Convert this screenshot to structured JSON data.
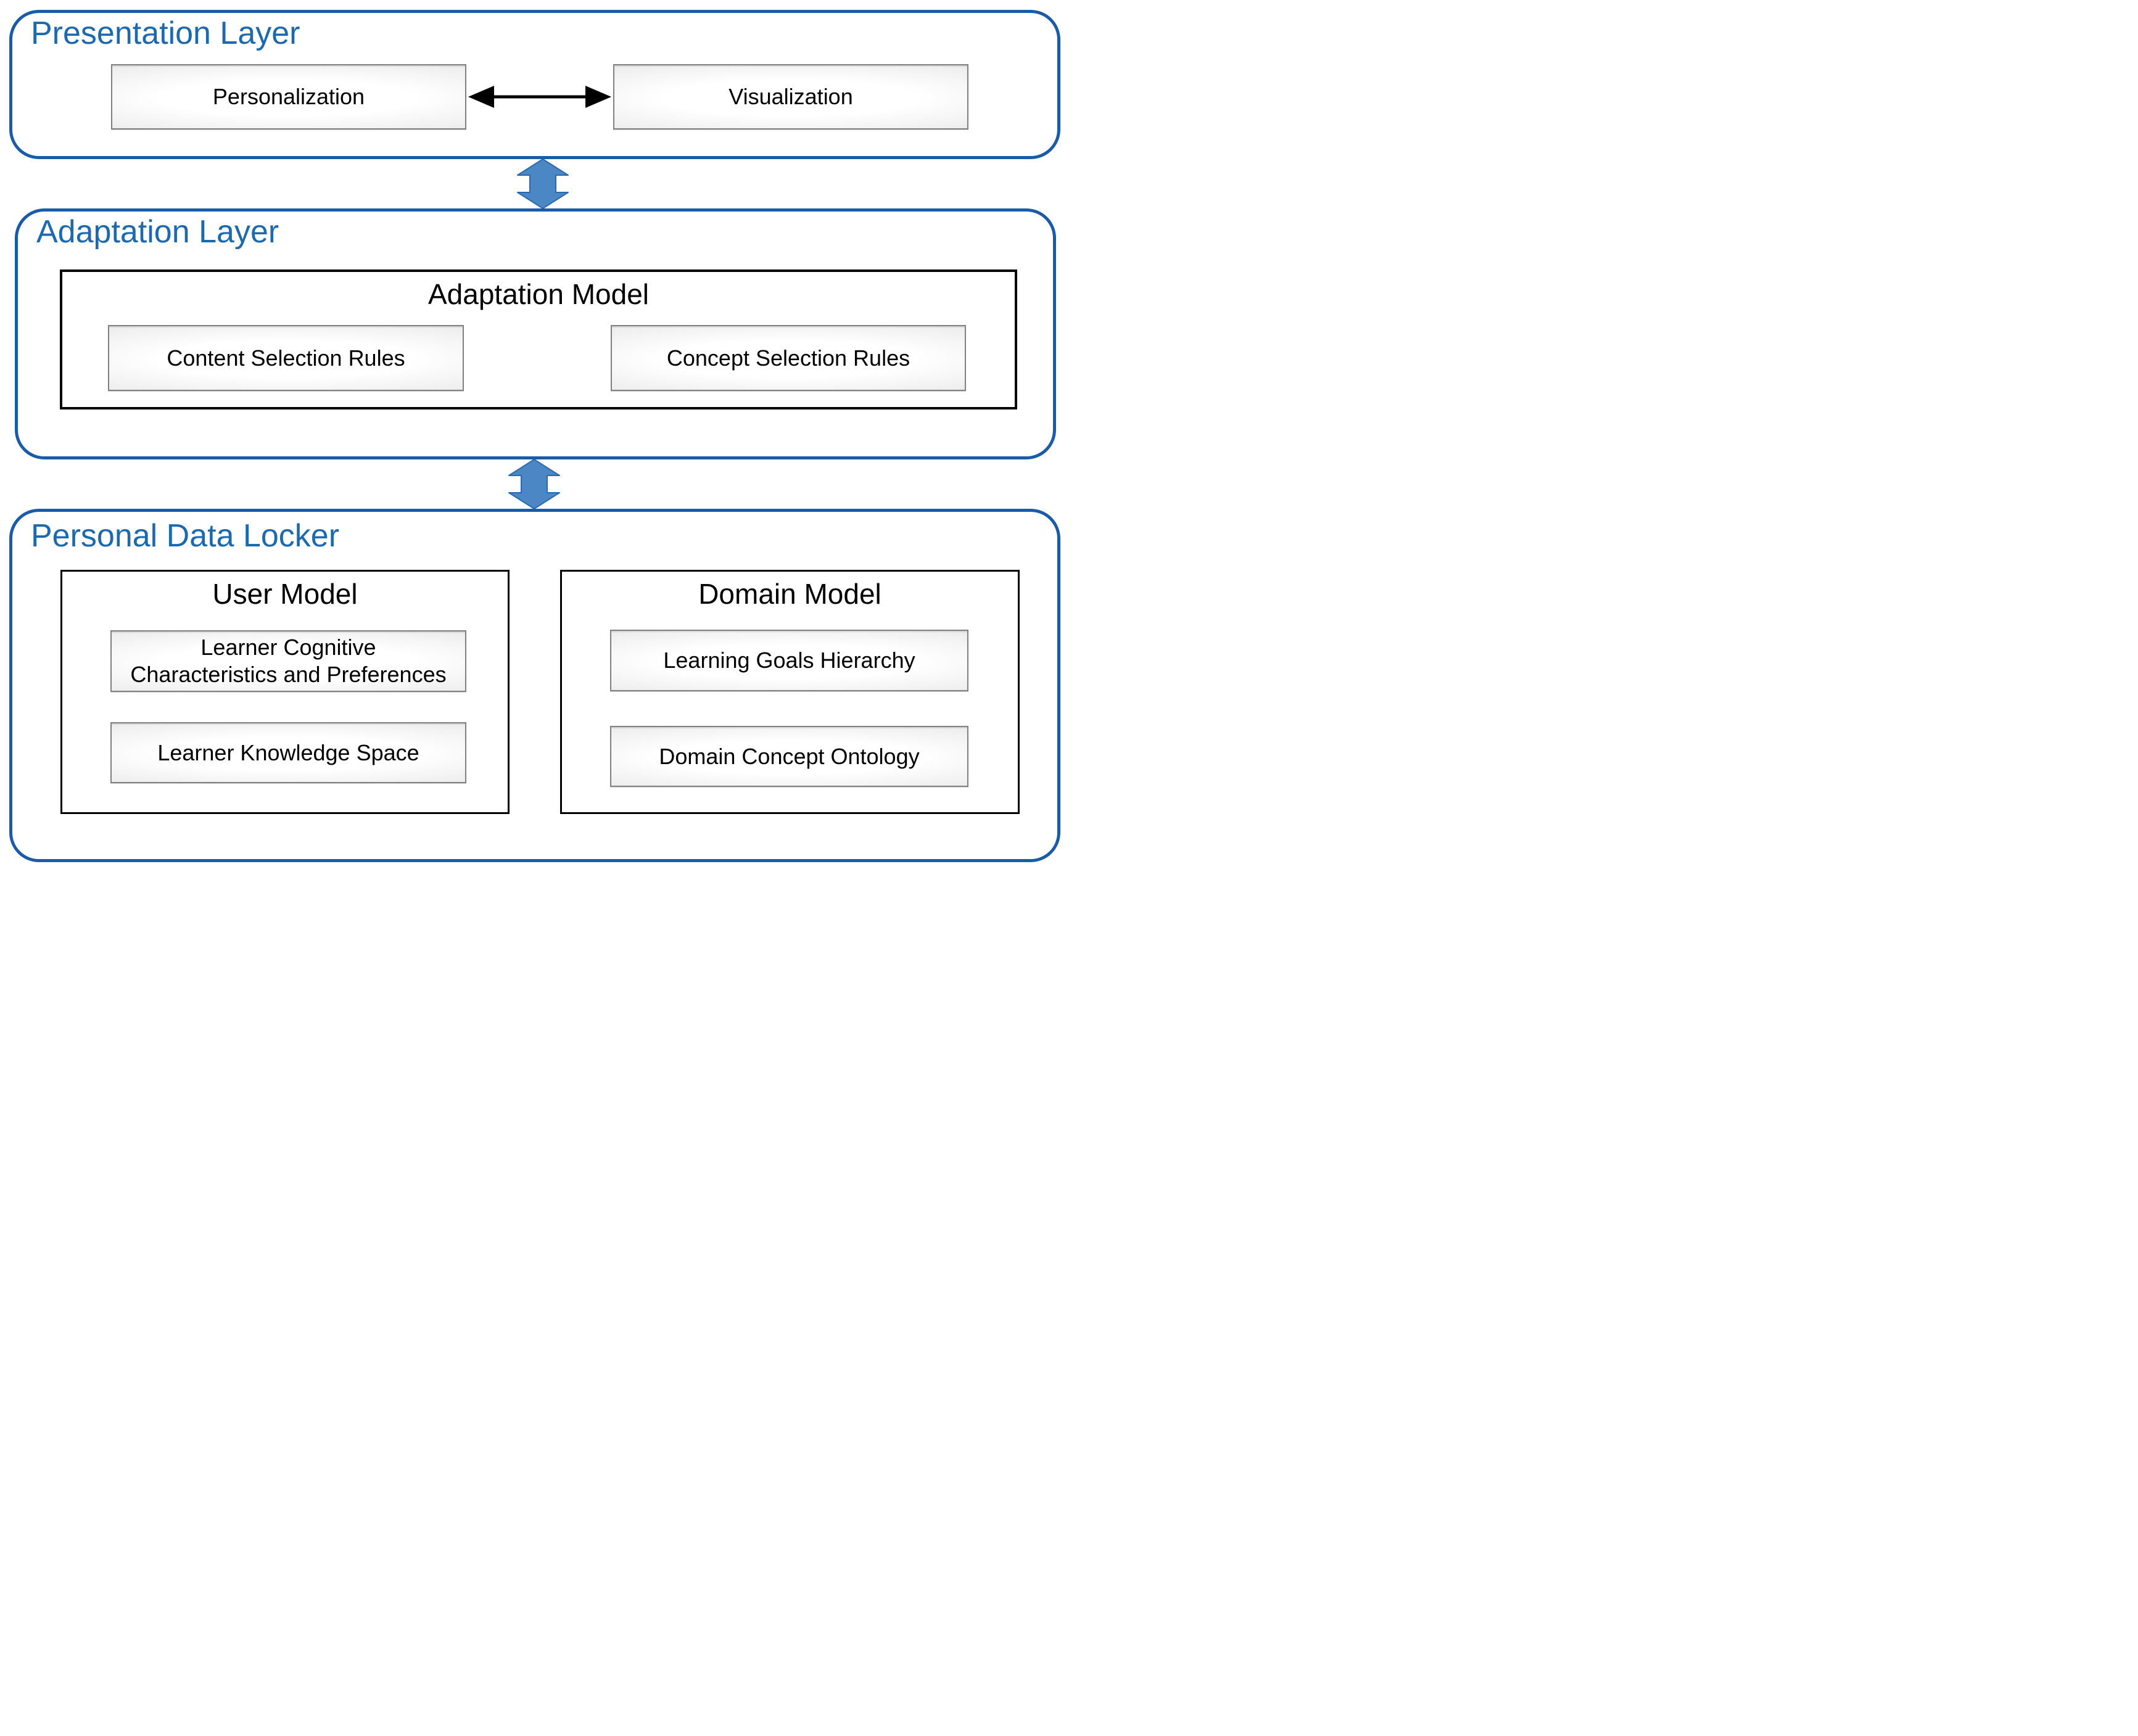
{
  "diagram": {
    "layers": {
      "presentation": {
        "title": "Presentation Layer",
        "personalization_label": "Personalization",
        "visualization_label": "Visualization"
      },
      "adaptation": {
        "title": "Adaptation Layer",
        "model_title": "Adaptation Model",
        "content_selection_label": "Content Selection Rules",
        "concept_selection_label": "Concept Selection Rules"
      },
      "personal_data_locker": {
        "title": "Personal Data Locker",
        "user_model": {
          "title": "User Model",
          "cognitive_label": "Learner Cognitive\nCharacteristics and Preferences",
          "knowledge_label": "Learner Knowledge Space"
        },
        "domain_model": {
          "title": "Domain Model",
          "goals_label": "Learning Goals Hierarchy",
          "ontology_label": "Domain Concept Ontology"
        }
      }
    },
    "colors": {
      "layer_border": "#195ba6",
      "layer_title_text": "#1c69ae",
      "vertical_arrow_fill": "#4c87c5",
      "vertical_arrow_outline": "#2a69ae",
      "horizontal_arrow": "#000000",
      "box_border_gray": "#818181",
      "model_border_black": "#000000"
    }
  }
}
